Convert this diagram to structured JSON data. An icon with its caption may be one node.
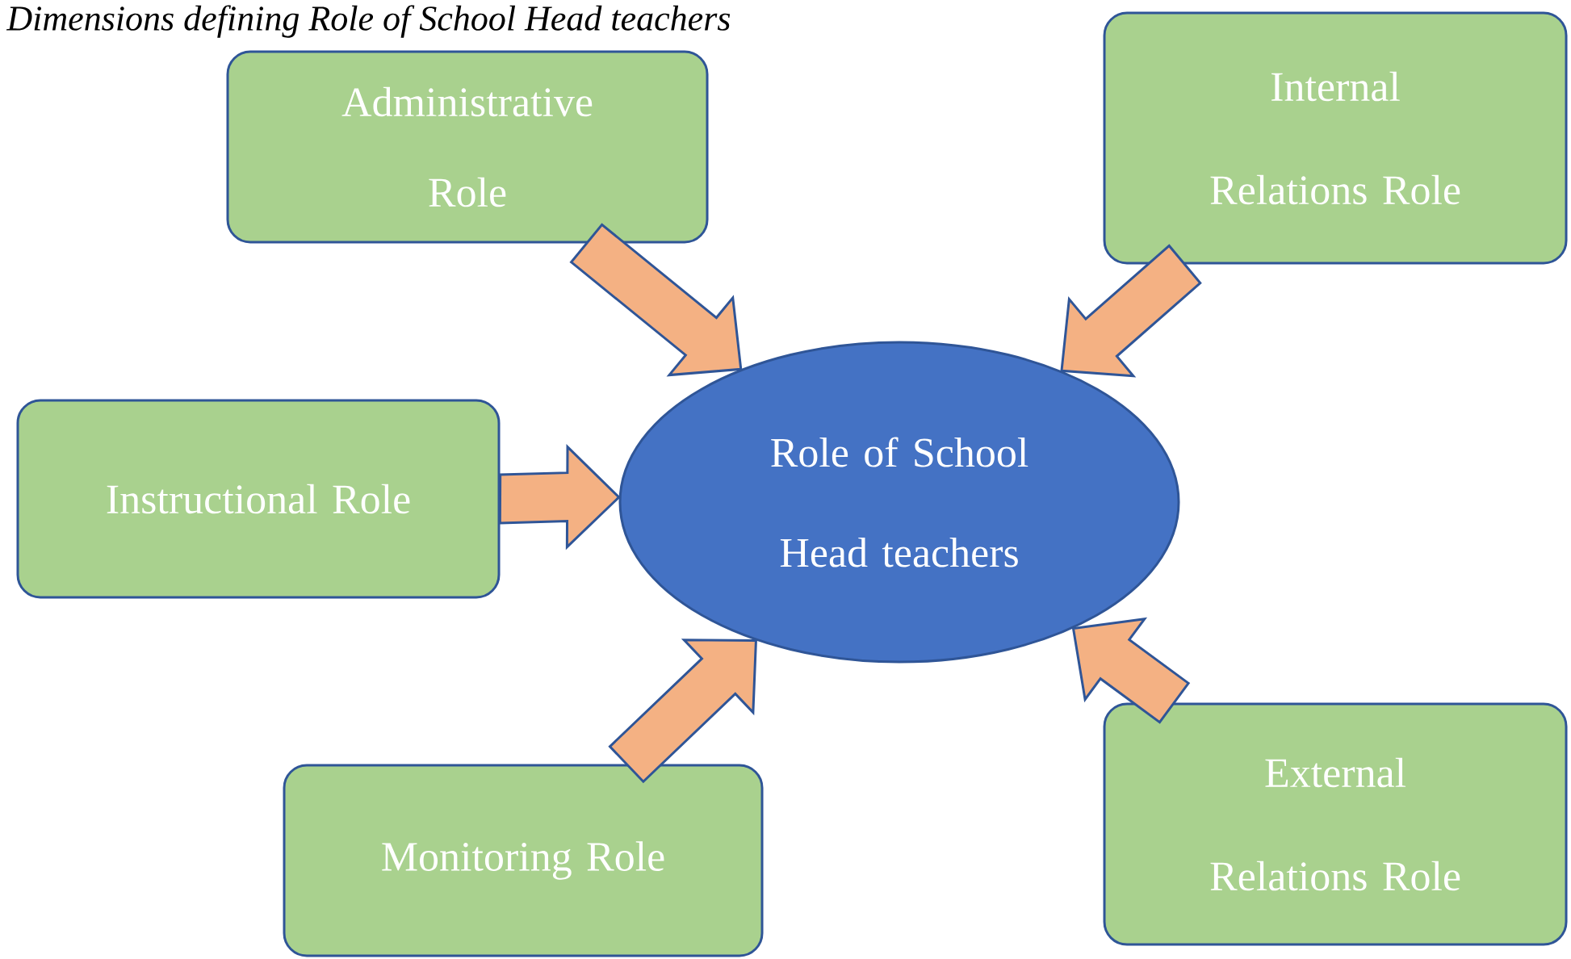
{
  "diagram": {
    "title": "Dimensions defining Role of School Head teachers",
    "nodes": [
      {
        "text": [
          "Role of School Head teachers"
        ]
      },
      {
        "text": [
          "Administrative Role"
        ]
      },
      {
        "text": [
          "Internal Relations Role"
        ]
      },
      {
        "text": [
          "Instructional Role"
        ]
      },
      {
        "text": [
          "Monitoring Role"
        ]
      },
      {
        "text": [
          "External Relations Role"
        ]
      }
    ],
    "edges": [
      {
        "from": 1,
        "to": 0,
        "arrow": "to"
      },
      {
        "from": 2,
        "to": 0,
        "arrow": "to"
      },
      {
        "from": 3,
        "to": 0,
        "arrow": "to"
      },
      {
        "from": 4,
        "to": 0,
        "arrow": "to"
      },
      {
        "from": 5,
        "to": 0,
        "arrow": "to"
      }
    ]
  }
}
